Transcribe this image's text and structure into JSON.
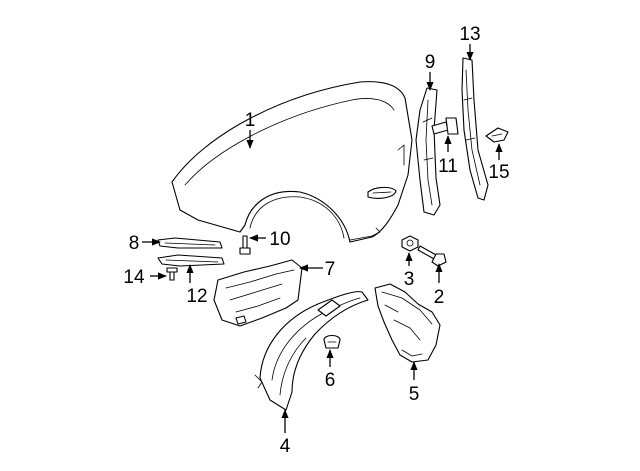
{
  "callouts": [
    {
      "id": "1",
      "text": "1"
    },
    {
      "id": "2",
      "text": "2"
    },
    {
      "id": "3",
      "text": "3"
    },
    {
      "id": "4",
      "text": "4"
    },
    {
      "id": "5",
      "text": "5"
    },
    {
      "id": "6",
      "text": "6"
    },
    {
      "id": "7",
      "text": "7"
    },
    {
      "id": "8",
      "text": "8"
    },
    {
      "id": "9",
      "text": "9"
    },
    {
      "id": "10",
      "text": "10"
    },
    {
      "id": "11",
      "text": "11"
    },
    {
      "id": "12",
      "text": "12"
    },
    {
      "id": "13",
      "text": "13"
    },
    {
      "id": "14",
      "text": "14"
    },
    {
      "id": "15",
      "text": "15"
    }
  ],
  "colors": {
    "line": "#000000",
    "fill": "#ffffff",
    "background": "#ffffff"
  }
}
